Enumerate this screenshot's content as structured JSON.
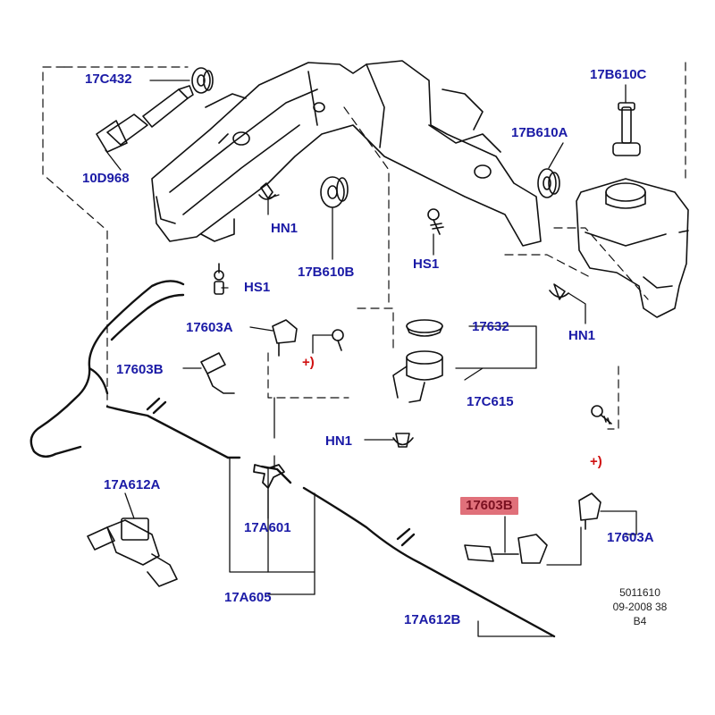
{
  "diagram": {
    "callouts": {
      "c17C432": "17C432",
      "c10D968": "10D968",
      "c17B610C": "17B610C",
      "c17B610A": "17B610A",
      "cHN1_top": "HN1",
      "c17B610B": "17B610B",
      "cHS1_mid": "HS1",
      "cHS1_left": "HS1",
      "cHN1_right": "HN1",
      "c17603A_top": "17603A",
      "c17632": "17632",
      "c17603B_left": "17603B",
      "c17C615": "17C615",
      "cHN1_bottom": "HN1",
      "c17A612A": "17A612A",
      "c17A601": "17A601",
      "c17A605": "17A605",
      "c17603B_highlight": "17603B",
      "c17603A_right": "17603A",
      "c17A612B": "17A612B"
    },
    "symbols": {
      "plus_left": "+)",
      "plus_right": "+)"
    },
    "reference": {
      "line1": "5011610",
      "line2": "09-2008 38",
      "line3": "B4"
    },
    "colors": {
      "callout_text": "#1a1aa6",
      "highlight_fill": "#e0707a",
      "symbol_red": "#d01010",
      "linework": "#111111"
    }
  }
}
